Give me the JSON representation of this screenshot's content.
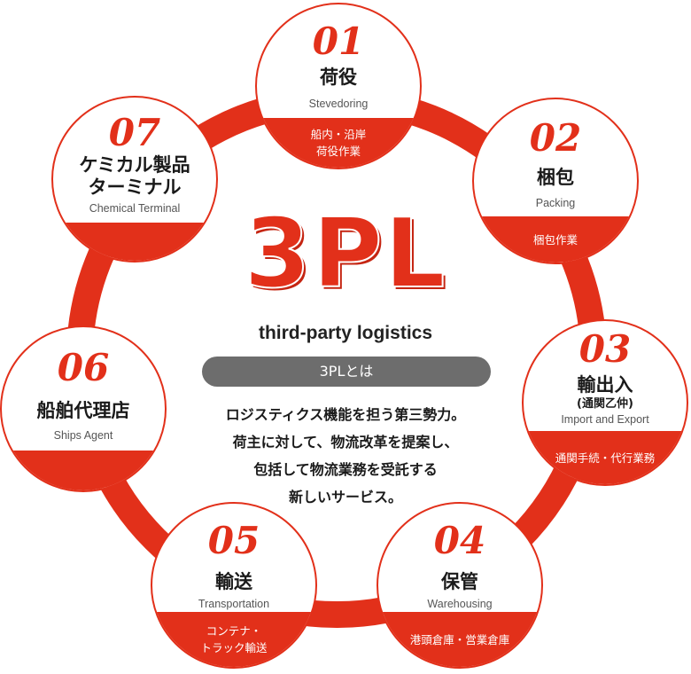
{
  "center": {
    "title": "3PL",
    "tagline": "third-party logistics",
    "pill": "3PLとは",
    "description": [
      "ロジスティクス機能を担う第三勢力。",
      "荷主に対して、物流改革を提案し、",
      "包括して物流業務を受託する",
      "新しいサービス。"
    ]
  },
  "nodes": [
    {
      "number": "01",
      "title": [
        "荷役"
      ],
      "subtitle": "",
      "english": "Stevedoring",
      "tasks": [
        "船内・沿岸",
        "荷役作業"
      ]
    },
    {
      "number": "02",
      "title": [
        "梱包"
      ],
      "subtitle": "",
      "english": "Packing",
      "tasks": [
        "梱包作業"
      ]
    },
    {
      "number": "03",
      "title": [
        "輸出入"
      ],
      "subtitle": "(通関乙仲)",
      "english": "Import and Export",
      "tasks": [
        "通関手続・代行業務"
      ]
    },
    {
      "number": "04",
      "title": [
        "保管"
      ],
      "subtitle": "",
      "english": "Warehousing",
      "tasks": [
        "港頭倉庫・営業倉庫"
      ]
    },
    {
      "number": "05",
      "title": [
        "輸送"
      ],
      "subtitle": "",
      "english": "Transportation",
      "tasks": [
        "コンテナ・",
        "トラック輸送"
      ]
    },
    {
      "number": "06",
      "title": [
        "船舶代理店"
      ],
      "subtitle": "",
      "english": "Ships Agent",
      "tasks": []
    },
    {
      "number": "07",
      "title": [
        "ケミカル製品",
        "ターミナル"
      ],
      "subtitle": "",
      "english": "Chemical Terminal",
      "tasks": []
    }
  ],
  "colors": {
    "accent": "#e2301a",
    "pill": "#6d6d6d",
    "text": "#1a1a1a"
  }
}
